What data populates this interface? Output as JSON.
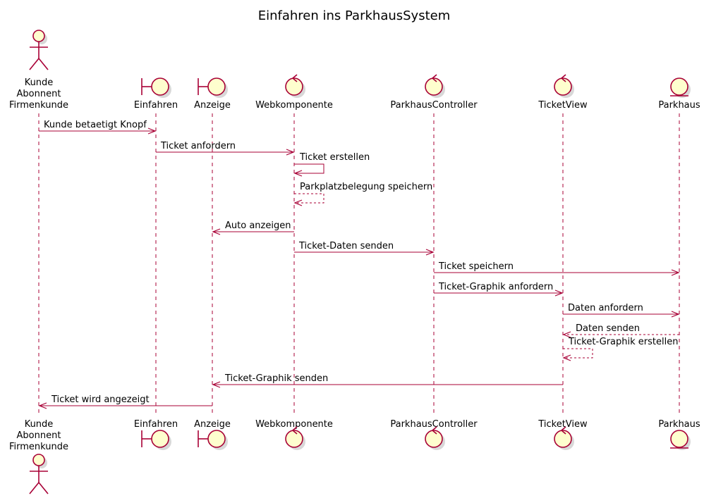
{
  "title": "Einfahren ins ParkhausSystem",
  "colors": {
    "line": "#A80036",
    "fill": "#FEFECE",
    "shadow": "#d8d8d8"
  },
  "participants": [
    {
      "id": "kunde",
      "type": "actor",
      "label_lines": [
        "Kunde",
        "Abonnent",
        "Firmenkunde"
      ]
    },
    {
      "id": "einfahren",
      "type": "boundary",
      "label_lines": [
        "Einfahren"
      ]
    },
    {
      "id": "anzeige",
      "type": "boundary",
      "label_lines": [
        "Anzeige"
      ]
    },
    {
      "id": "webkomponente",
      "type": "control",
      "label_lines": [
        "Webkomponente"
      ]
    },
    {
      "id": "parkhauscontroller",
      "type": "control",
      "label_lines": [
        "ParkhausController"
      ]
    },
    {
      "id": "ticketview",
      "type": "control",
      "label_lines": [
        "TicketView"
      ]
    },
    {
      "id": "parkhaus",
      "type": "entity",
      "label_lines": [
        "Parkhaus"
      ]
    }
  ],
  "messages": [
    {
      "from": "kunde",
      "to": "einfahren",
      "label": "Kunde betaetigt Knopf",
      "style": "solid"
    },
    {
      "from": "einfahren",
      "to": "webkomponente",
      "label": "Ticket anfordern",
      "style": "solid"
    },
    {
      "from": "webkomponente",
      "to": "webkomponente",
      "label": "Ticket erstellen",
      "style": "solid"
    },
    {
      "from": "webkomponente",
      "to": "webkomponente",
      "label": "Parkplatzbelegung speichern",
      "style": "dashed"
    },
    {
      "from": "webkomponente",
      "to": "anzeige",
      "label": "Auto anzeigen",
      "style": "solid"
    },
    {
      "from": "webkomponente",
      "to": "parkhauscontroller",
      "label": "Ticket-Daten senden",
      "style": "solid"
    },
    {
      "from": "parkhauscontroller",
      "to": "parkhaus",
      "label": "Ticket speichern",
      "style": "solid"
    },
    {
      "from": "parkhauscontroller",
      "to": "ticketview",
      "label": "Ticket-Graphik anfordern",
      "style": "solid"
    },
    {
      "from": "ticketview",
      "to": "parkhaus",
      "label": "Daten anfordern",
      "style": "solid"
    },
    {
      "from": "parkhaus",
      "to": "ticketview",
      "label": "Daten senden",
      "style": "dashed"
    },
    {
      "from": "ticketview",
      "to": "ticketview",
      "label": "Ticket-Graphik erstellen",
      "style": "dashed"
    },
    {
      "from": "ticketview",
      "to": "anzeige",
      "label": "Ticket-Graphik senden",
      "style": "solid"
    },
    {
      "from": "anzeige",
      "to": "kunde",
      "label": "Ticket wird angezeigt",
      "style": "solid"
    }
  ]
}
